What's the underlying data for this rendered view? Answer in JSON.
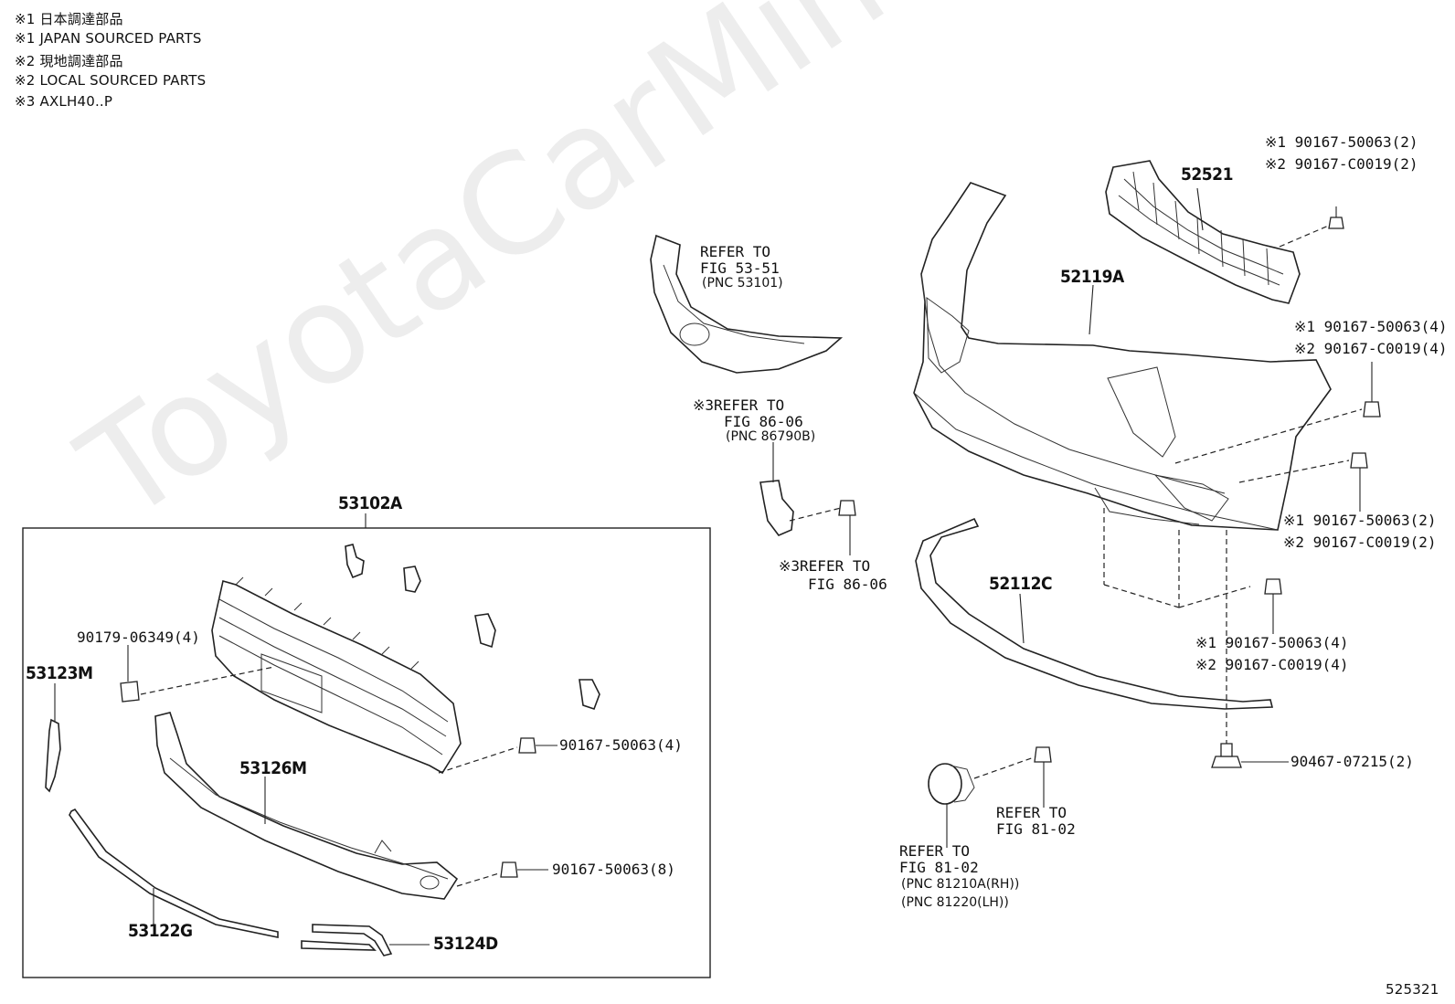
{
  "notes": [
    "※1 日本調達部品",
    "※1 JAPAN SOURCED PARTS",
    "※2 現地調達部品",
    "※2 LOCAL SOURCED PARTS",
    "※3 AXLH40..P"
  ],
  "watermark": "ToyotaCarMines.ru",
  "figure_number": "525321",
  "part_labels": {
    "p52521": "52521",
    "p52119A": "52119A",
    "p53102A": "53102A",
    "p52112C": "52112C",
    "p53123M": "53123M",
    "p53126M": "53126M",
    "p53122G": "53122G",
    "p53124D": "53124D"
  },
  "fastener_labels": {
    "top_right_1": "※1 90167-50063(2)",
    "top_right_2": "※2 90167-C0019(2)",
    "mid_right_1": "※1 90167-50063(4)",
    "mid_right_2": "※2 90167-C0019(4)",
    "low_right_1": "※1 90167-50063(2)",
    "low_right_2": "※2 90167-C0019(2)",
    "bottom_right_1": "※1 90167-50063(4)",
    "bottom_right_2": "※2 90167-C0019(4)",
    "clip_90467": "90467-07215(2)",
    "nut_90179": "90179-06349(4)",
    "screw_grille": "90167-50063(4)",
    "screw_lower": "90167-50063(8)"
  },
  "references": {
    "refer_53_51": [
      "REFER TO",
      "FIG 53-51",
      "(PNC 53101)"
    ],
    "refer_86_06_a": [
      "※3REFER TO",
      "FIG 86-06",
      "(PNC 86790B)"
    ],
    "refer_86_06_b": [
      "※3REFER TO",
      "FIG 86-06"
    ],
    "refer_81_02_a": [
      "REFER TO",
      "FIG 81-02"
    ],
    "refer_81_02_b": [
      "REFER TO",
      "FIG 81-02",
      "(PNC 81210A(RH))",
      "(PNC 81220(LH))"
    ]
  }
}
